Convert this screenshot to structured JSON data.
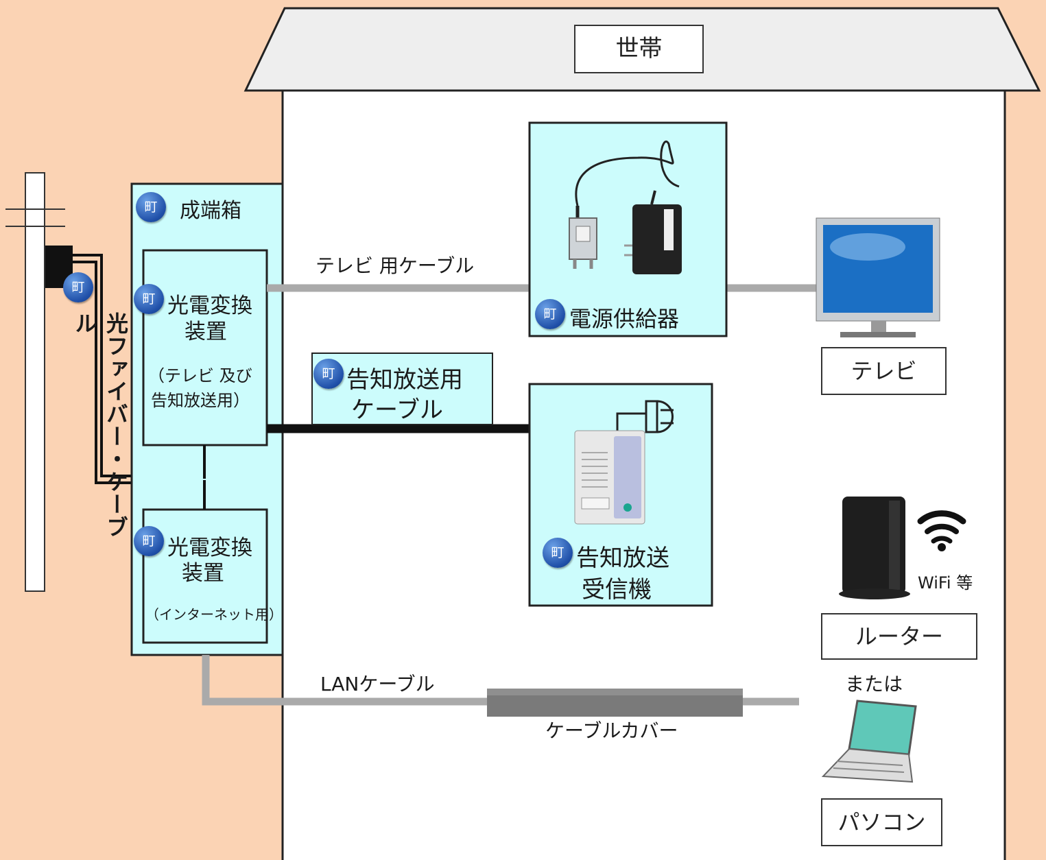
{
  "household_label": "世帯",
  "badge_text": "町",
  "terminal_box": {
    "label": "成端箱"
  },
  "fiber_cable_label": "光ファイバー・ケーブル",
  "converter_tv": {
    "line1": "光電変換",
    "line2": "装置",
    "sub1": "（テレビ 及び",
    "sub2": "告知放送用）"
  },
  "converter_net": {
    "line1": "光電変換",
    "line2": "装置",
    "sub": "（インターネット用）"
  },
  "tv_cable_label": "テレビ 用ケーブル",
  "power_supply": {
    "label": "電源供給器"
  },
  "announce_cable": {
    "line1": "告知放送用",
    "line2": "ケーブル"
  },
  "receiver": {
    "line1": "告知放送",
    "line2": "受信機"
  },
  "tv": {
    "label": "テレビ"
  },
  "router": {
    "label": "ルーター",
    "wifi": "WiFi 等"
  },
  "or_label": "または",
  "pc": {
    "label": "パソコン"
  },
  "lan_cable_label": "LANケーブル",
  "cable_cover_label": "ケーブルカバー",
  "colors": {
    "background": "#fbd3b4",
    "device_box": "#ccfcfc",
    "cable_gray": "#aaaaaa",
    "badge": "#1f4fa8"
  }
}
